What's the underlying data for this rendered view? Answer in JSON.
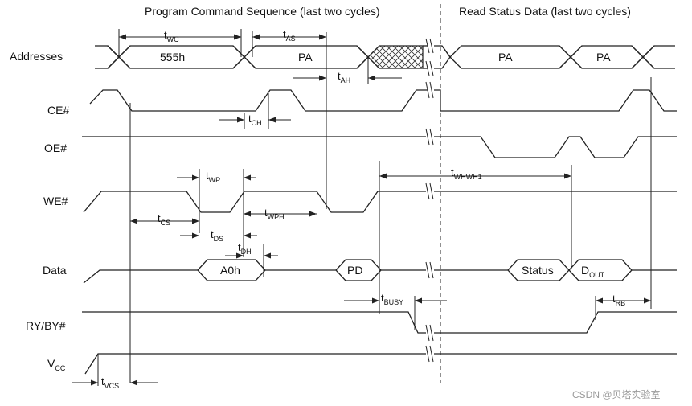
{
  "headers": {
    "program": "Program Command Sequence (last two cycles)",
    "read": "Read Status Data (last two cycles)"
  },
  "signals": [
    {
      "id": "addresses",
      "label": "Addresses"
    },
    {
      "id": "ce",
      "label": "CE#"
    },
    {
      "id": "oe",
      "label": "OE#"
    },
    {
      "id": "we",
      "label": "WE#"
    },
    {
      "id": "data",
      "label": "Data"
    },
    {
      "id": "ryby",
      "label": "RY/BY#"
    },
    {
      "id": "vcc",
      "label": "V",
      "sub": "CC"
    }
  ],
  "bus_values": {
    "addr_555h": "555h",
    "addr_pa_1": "PA",
    "addr_pa_2": "PA",
    "addr_pa_3": "PA",
    "data_a0h": "A0h",
    "data_pd": "PD",
    "data_status": "Status",
    "data_dout": {
      "main": "D",
      "sub": "OUT"
    }
  },
  "timings": [
    {
      "id": "twc",
      "main": "t",
      "sub": "WC"
    },
    {
      "id": "tas",
      "main": "t",
      "sub": "AS"
    },
    {
      "id": "tah",
      "main": "t",
      "sub": "AH"
    },
    {
      "id": "tch",
      "main": "t",
      "sub": "CH"
    },
    {
      "id": "twp",
      "main": "t",
      "sub": "WP"
    },
    {
      "id": "twhwh1",
      "main": "t",
      "sub": "WHWH1"
    },
    {
      "id": "tcs",
      "main": "t",
      "sub": "CS"
    },
    {
      "id": "twph",
      "main": "t",
      "sub": "WPH"
    },
    {
      "id": "tds",
      "main": "t",
      "sub": "DS"
    },
    {
      "id": "tdh",
      "main": "t",
      "sub": "DH"
    },
    {
      "id": "tbusy",
      "main": "t",
      "sub": "BUSY"
    },
    {
      "id": "trb",
      "main": "t",
      "sub": "RB"
    },
    {
      "id": "tvcs",
      "main": "t",
      "sub": "VCS"
    }
  ],
  "watermark": "CSDN @贝塔实验室"
}
